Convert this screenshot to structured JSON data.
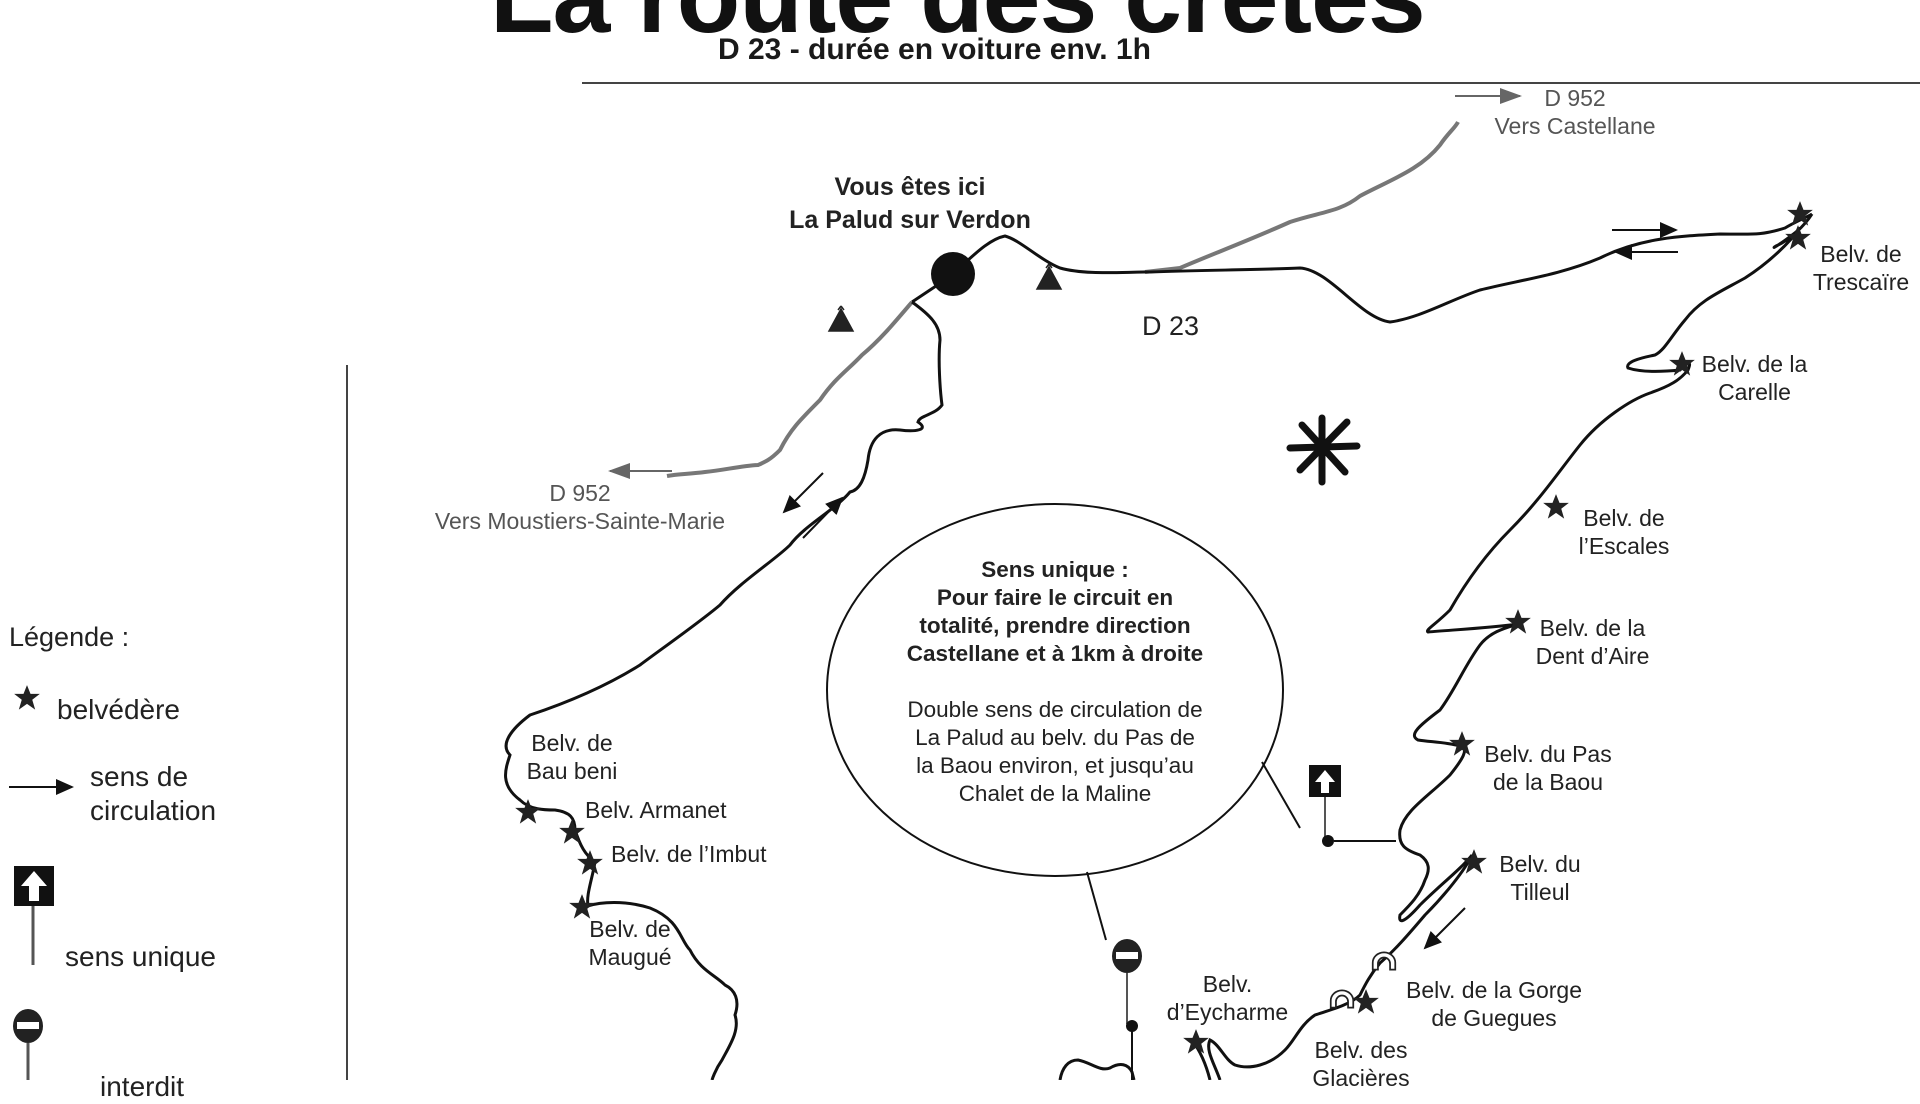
{
  "header": {
    "title": "La route des crêtes",
    "subtitle": "D 23 - durée en voiture env. 1h"
  },
  "map": {
    "you_are_here": {
      "line1": "Vous êtes ici",
      "line2": "La Palud sur Verdon"
    },
    "road_label": "D 23",
    "exits": [
      {
        "road": "D 952",
        "direction": "Vers Castellane"
      },
      {
        "road": "D 952",
        "direction": "Vers Moustiers-Sainte-Marie"
      }
    ],
    "belvederes": [
      {
        "line1": "Belv. de",
        "line2": "Trescaïre"
      },
      {
        "line1": "Belv. de la",
        "line2": "Carelle"
      },
      {
        "line1": "Belv. de",
        "line2": "l’Escales"
      },
      {
        "line1": "Belv. de la",
        "line2": "Dent d’Aire"
      },
      {
        "line1": "Belv. du Pas",
        "line2": "de la Baou"
      },
      {
        "line1": "Belv. du",
        "line2": "Tilleul"
      },
      {
        "line1": "Belv. de la Gorge",
        "line2": "de Guegues"
      },
      {
        "line1": "Belv. des",
        "line2": "Glacières"
      },
      {
        "line1": "Belv.",
        "line2": "d’Eycharme"
      },
      {
        "line1": "Belv. de",
        "line2": "Bau beni"
      },
      {
        "line1": "Belv. Armanet",
        "line2": ""
      },
      {
        "line1": "Belv. de l’Imbut",
        "line2": ""
      },
      {
        "line1": "Belv. de",
        "line2": "Maugué"
      }
    ],
    "info_bubble": {
      "bold_lines": [
        "Sens unique :",
        "Pour faire le circuit en",
        "totalité, prendre direction",
        "Castellane et à 1km à droite"
      ],
      "normal_lines": [
        "Double sens de circulation de",
        "La Palud au belv. du Pas de",
        "la Baou environ, et jusqu’au",
        "Chalet de la Maline"
      ]
    }
  },
  "legend": {
    "title": "Légende :",
    "items": [
      {
        "icon": "star-icon",
        "label": "belvédère"
      },
      {
        "icon": "arrow-right-icon",
        "label_line1": "sens de",
        "label_line2": "circulation"
      },
      {
        "icon": "one-way-sign-icon",
        "label": "sens unique"
      },
      {
        "icon": "no-entry-sign-icon",
        "label": "interdit"
      }
    ]
  },
  "colors": {
    "road": "#111111",
    "secondary_road": "#7a7a7a",
    "text": "#222222",
    "background": "#ffffff"
  }
}
